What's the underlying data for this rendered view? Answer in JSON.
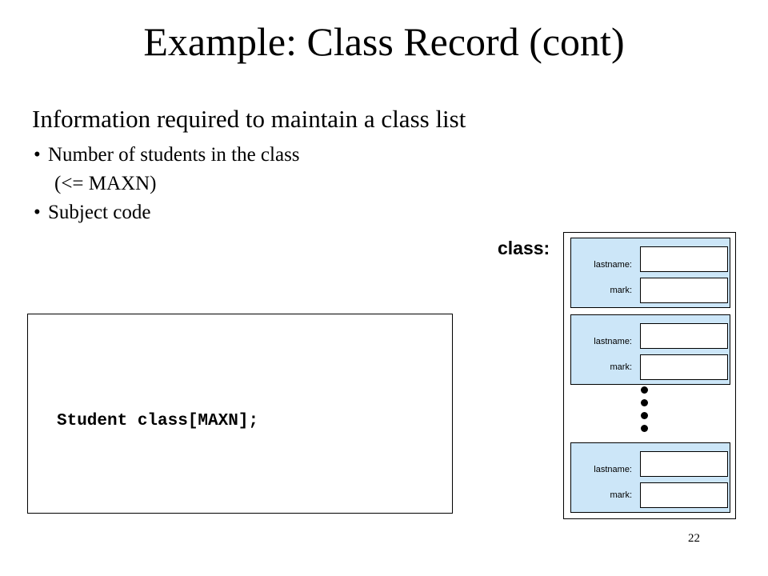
{
  "slide": {
    "title": "Example: Class Record (cont)",
    "intro": "Information required to maintain a class list",
    "bullets": [
      "Number of students in the class",
      "(<= MAXN)",
      "Subject code"
    ],
    "bullet_glyph": "•",
    "page_number": "22"
  },
  "code": {
    "line": "Student class[MAXN];"
  },
  "diagram": {
    "array_label": "class:",
    "records": [
      {
        "lastname_label": "lastname:",
        "mark_label": "mark:"
      },
      {
        "lastname_label": "lastname:",
        "mark_label": "mark:"
      },
      {
        "lastname_label": "lastname:",
        "mark_label": "mark:"
      }
    ],
    "record_fill": "#cce6f8",
    "ellipsis_dots": 4
  }
}
